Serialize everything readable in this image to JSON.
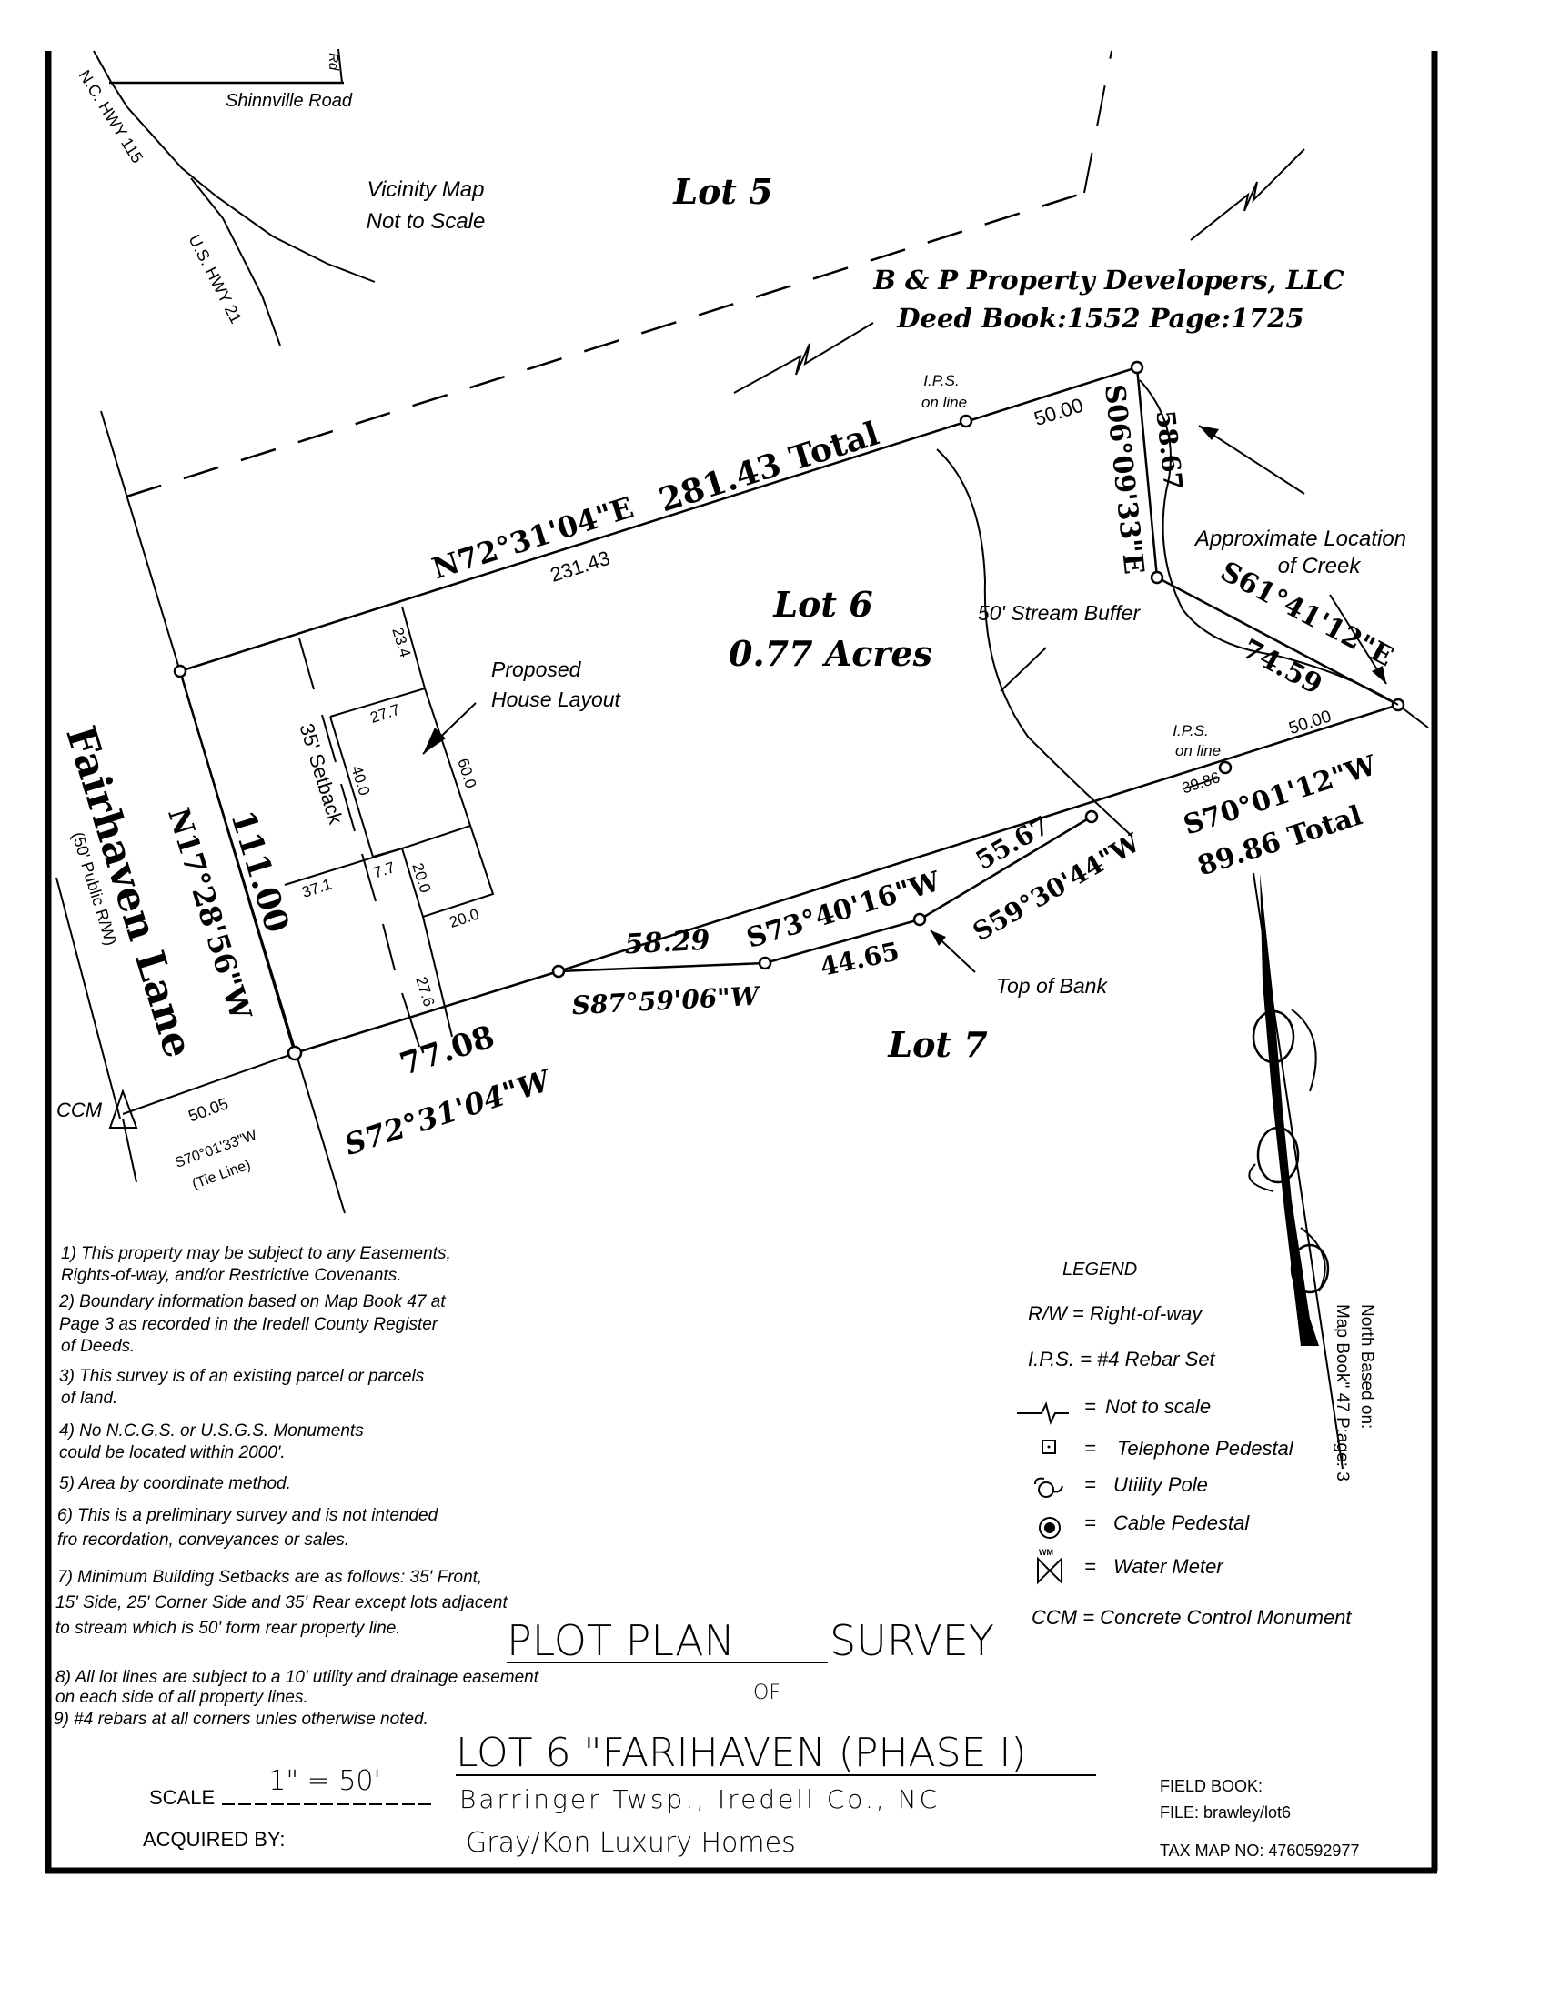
{
  "vicinity": {
    "road": "Shinnville Road",
    "rd": "Rd",
    "hwy115": "N.C. HWY 115",
    "hwy21": "U.S. HWY 21",
    "title1": "Vicinity Map",
    "title2": "Not to Scale"
  },
  "lots": {
    "lot5": "Lot 5",
    "lot6": "Lot 6",
    "lot6_area": "0.77 Acres",
    "lot7": "Lot 7"
  },
  "owner": {
    "name": "B & P Property Developers, LLC",
    "deed": "Deed Book:1552    Page:1725"
  },
  "labels": {
    "ips": "I.P.S.",
    "on_line": "on line",
    "stream_buffer1": "50' Stream Buffer",
    "stream_buffer2": "Buffer",
    "creek1": "Approximate Location",
    "creek2": "of Creek",
    "house1": "Proposed",
    "house2": "House Layout",
    "setback": "35' Setback",
    "top_of_bank": "Top of Bank",
    "ccm": "CCM",
    "street": "Fairhaven Lane",
    "street_rw": "(50' Public R/W)",
    "tie_line": "(Tie Line)"
  },
  "calls": {
    "north_total": "281.43 Total",
    "north_bearing": "N72°31'04\"E",
    "north_dist": "231.43",
    "north_seg": "50.00",
    "east_bearing": "S06°09'33\"E",
    "east_dist": "58.67",
    "se_bearing": "S61°41'12\"E",
    "se_dist": "74.59",
    "s_seg1": "50.00",
    "s_seg2": "39.86",
    "s_bearing": "S70°01'12\"W",
    "s_total": "89.86 Total",
    "c1_bearing": "S59°30'44\"W",
    "c1_dist": "55.67",
    "c2_bearing": "S73°40'16\"W",
    "c2_dist": "44.65",
    "c3_bearing": "S87°59'06\"W",
    "c3_dist": "58.29",
    "sw_dist": "77.08",
    "sw_bearing": "S72°31'04\"W",
    "west_dist": "111.00",
    "west_bearing": "N17°28'56\"W",
    "tie_dist": "50.05",
    "tie_bearing": "S70°01'33\"W"
  },
  "house": {
    "d1": "23.4",
    "d2": "27.7",
    "d3": "60.0",
    "d4": "40.0",
    "d5": "7.7",
    "d6": "37.1",
    "d7": "20.0",
    "d8": "20.0",
    "d9": "27.6"
  },
  "notes": [
    "1)  This property may be subject to any Easements,",
    "Rights-of-way, and/or Restrictive Covenants.",
    "2)  Boundary information based on Map Book 47 at",
    "Page 3 as recorded in the Iredell County Register",
    "of Deeds.",
    "3)  This survey is of an existing parcel or parcels",
    "of land.",
    "4)  No N.C.G.S. or U.S.G.S. Monuments",
    "could be located within 2000'.",
    "5)  Area by coordinate method.",
    "6)  This is a preliminary survey and is not intended",
    "fro recordation, conveyances or sales.",
    "7)  Minimum Building Setbacks are as follows:  35' Front,",
    "15' Side, 25' Corner Side and 35' Rear except lots adjacent",
    "to stream which is 50' form rear property line.",
    "8)  All lot lines are subject to a 10' utility and drainage easement",
    "on each side of all property lines.",
    "9)  #4 rebars at all corners unles otherwise noted."
  ],
  "legend": {
    "title": "LEGEND",
    "rw": "R/W = Right-of-way",
    "ips": "I.P.S. = #4 Rebar Set",
    "eq": "=",
    "nts": "Not to scale",
    "tel": "Telephone Pedestal",
    "pole": "Utility Pole",
    "cable": "Cable Pedestal",
    "wm_tag": "WM",
    "water": "Water Meter",
    "ccm": "CCM = Concrete Control Monument"
  },
  "north": {
    "line1": "North Based on:",
    "line2": "Map Book\" 47 P:age: 3"
  },
  "title": {
    "plot_plan": "PLOT PLAN",
    "survey": "SURVEY",
    "of": "OF",
    "lot": "LOT 6 \"FARIHAVEN (PHASE I)",
    "scale_label": "SCALE",
    "scale_value": "1\" = 50'",
    "location": "Barringer Twsp., Iredell Co., NC",
    "acquired_label": "ACQUIRED BY:",
    "acquired_value": "Gray/Kon Luxury Homes",
    "field_book": "FIELD BOOK:",
    "file": "FILE:   brawley/lot6",
    "tax_map": "TAX MAP NO:  4760592977"
  }
}
